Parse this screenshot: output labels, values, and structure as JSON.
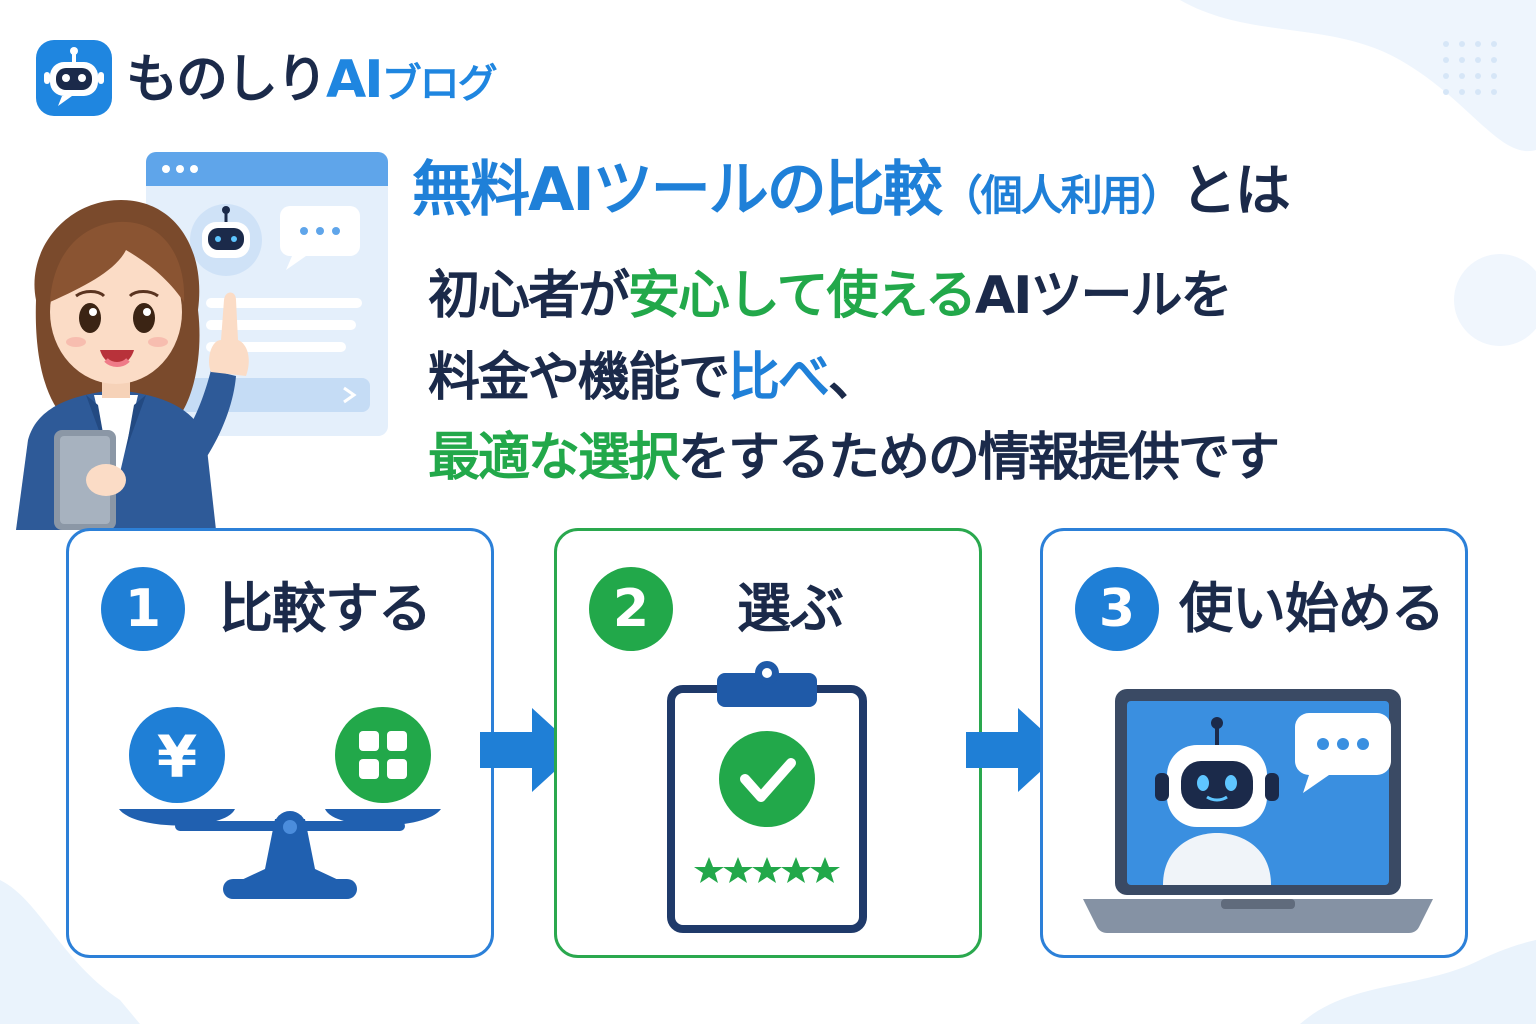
{
  "brand": {
    "name": "ものしり",
    "ai": "AI",
    "suffix": "ブログ"
  },
  "title": {
    "main": "無料AIツールの比較",
    "paren": "（個人利用）",
    "end": "とは"
  },
  "description": {
    "line1": [
      {
        "text": "初心者が",
        "color": "dark"
      },
      {
        "text": "安心して使える",
        "color": "green"
      },
      {
        "text": "AIツールを",
        "color": "dark"
      }
    ],
    "line2": [
      {
        "text": "料金や機能で",
        "color": "dark"
      },
      {
        "text": "比べ",
        "color": "blue"
      },
      {
        "text": "、",
        "color": "dark"
      }
    ],
    "line3": [
      {
        "text": "最適な選択",
        "color": "green"
      },
      {
        "text": "をするための情報提供です",
        "color": "dark"
      }
    ]
  },
  "steps": [
    {
      "number": "1",
      "label": "比較する",
      "icon": "balance-scale-icon"
    },
    {
      "number": "2",
      "label": "選ぶ",
      "icon": "clipboard-check-icon"
    },
    {
      "number": "3",
      "label": "使い始める",
      "icon": "laptop-robot-icon"
    }
  ],
  "scale": {
    "left_symbol": "¥",
    "left_icon": "yen-coin-icon",
    "right_icon": "feature-grid-icon"
  },
  "colors": {
    "primary_blue": "#1f80d8",
    "green": "#22a84a",
    "navy": "#1b2a4a",
    "light_blue": "#e3effb"
  }
}
